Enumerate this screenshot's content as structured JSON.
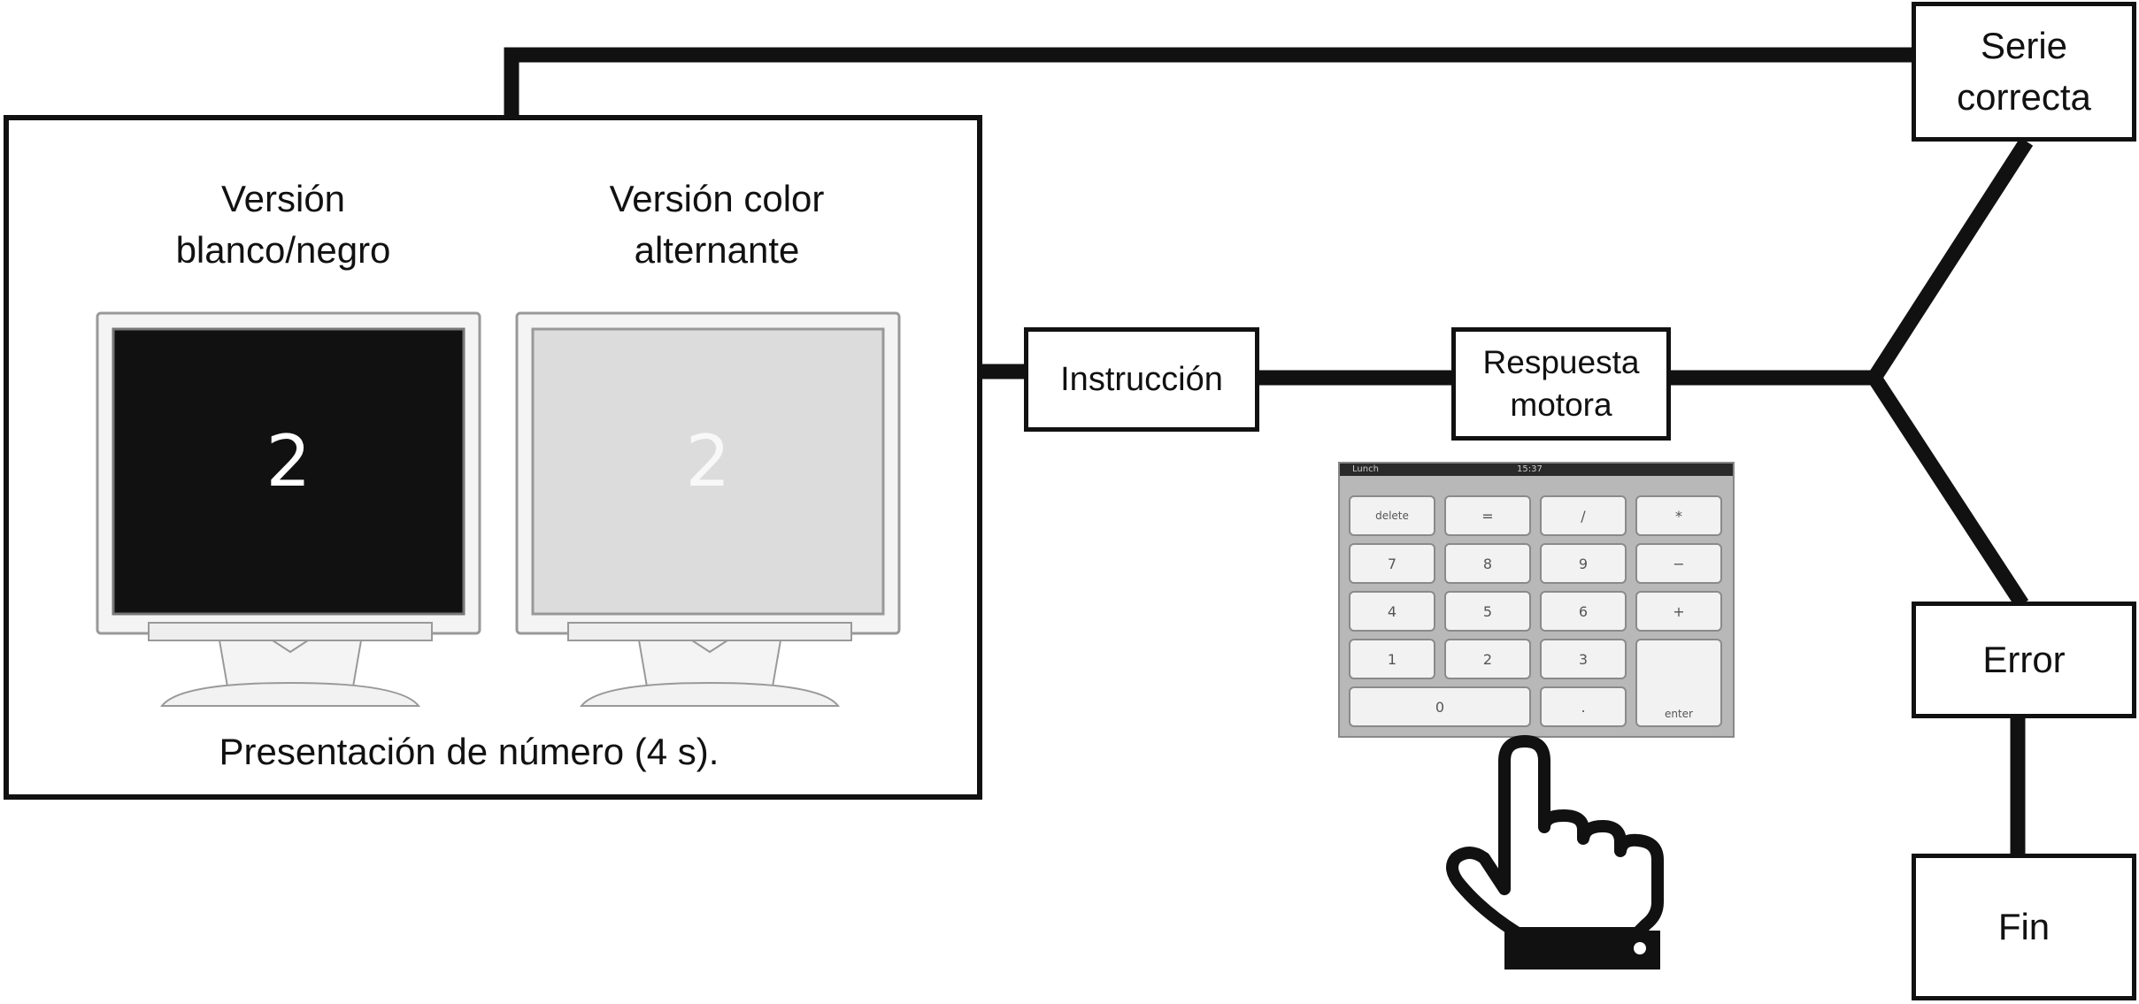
{
  "stimulus_panel": {
    "bw_version_title": "Versión\nblanco/negro",
    "color_version_title": "Versión color\nalternante",
    "bw_digit": "2",
    "color_digit": "2",
    "caption": "Presentación de número (4 s)."
  },
  "flow": {
    "instruction": "Instrucción",
    "motor_response": "Respuesta\nmotora",
    "correct_series": "Serie\ncorrecta",
    "error": "Error",
    "end": "Fin"
  },
  "keypad": {
    "status_bar": {
      "carrier": "Lunch",
      "time": "15:37"
    },
    "keys": [
      [
        "delete",
        "=",
        "/",
        "*"
      ],
      [
        "7",
        "8",
        "9",
        "−"
      ],
      [
        "4",
        "5",
        "6",
        "+"
      ],
      [
        "1",
        "2",
        "3",
        ""
      ],
      [
        "0",
        "",
        ".",
        "enter"
      ]
    ]
  },
  "colors": {
    "line": "#111111",
    "bw_screen": "#111111",
    "color_screen": "#dcdcdc",
    "keypad_bg": "#b8b8b8",
    "key_face": "#f2f2f2"
  }
}
